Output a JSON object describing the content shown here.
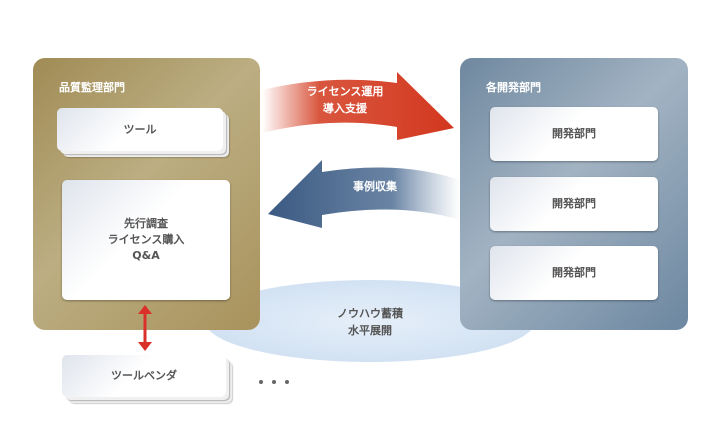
{
  "quality_dept": {
    "title": "品質監理部門",
    "tool_card": "ツール",
    "services": [
      "先行調査",
      "ライセンス購入",
      "Q&A"
    ]
  },
  "dev_depts": {
    "title": "各開発部門",
    "cards": [
      "開発部門",
      "開発部門",
      "開発部門"
    ]
  },
  "red_arrow": {
    "lines": [
      "ライセンス運用",
      "導入支援"
    ],
    "color": "#d33a22"
  },
  "blue_arrow": {
    "label": "事例収集",
    "color": "#3e5c83"
  },
  "knowledge": {
    "lines": [
      "ノウハウ蓄積",
      "水平展開"
    ]
  },
  "vendor": {
    "label": "ツールベンダ"
  },
  "more": "・・・"
}
